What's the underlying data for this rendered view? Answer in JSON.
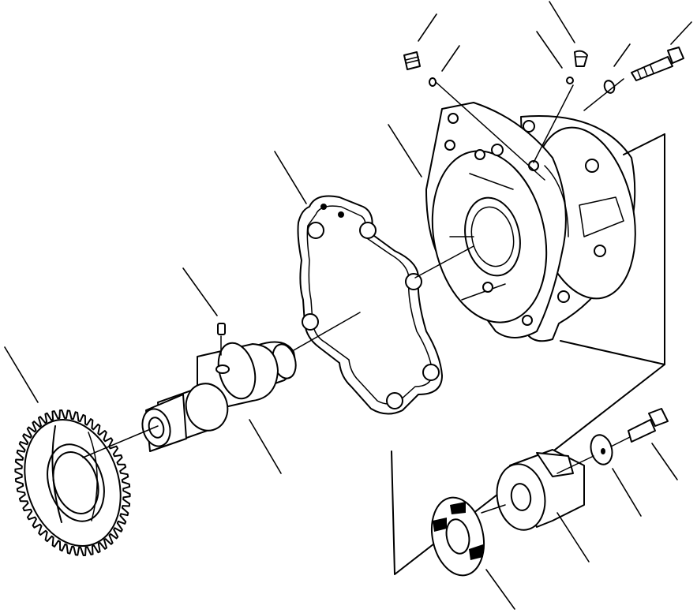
{
  "diagram": {
    "type": "exploded-parts-view",
    "colors": {
      "line": "#000000",
      "background": "#ffffff"
    },
    "parts": [
      {
        "id": "plug-left",
        "icon": "plug-icon"
      },
      {
        "id": "o-ring-left",
        "icon": "o-ring-icon"
      },
      {
        "id": "plug-right",
        "icon": "plug-icon"
      },
      {
        "id": "o-ring-right",
        "icon": "o-ring-icon"
      },
      {
        "id": "washer-top",
        "icon": "washer-icon"
      },
      {
        "id": "bolt-top",
        "icon": "bolt-icon"
      },
      {
        "id": "housing",
        "icon": "housing-icon"
      },
      {
        "id": "gasket",
        "icon": "gasket-icon"
      },
      {
        "id": "set-screw",
        "icon": "screw-icon"
      },
      {
        "id": "shaft",
        "icon": "shaft-icon"
      },
      {
        "id": "gear",
        "icon": "gear-icon"
      },
      {
        "id": "bolt-bottom",
        "icon": "bolt-icon"
      },
      {
        "id": "washer-bottom",
        "icon": "washer-icon"
      },
      {
        "id": "coupling-hub",
        "icon": "coupling-icon"
      },
      {
        "id": "coupling-disc",
        "icon": "disc-icon"
      }
    ]
  }
}
